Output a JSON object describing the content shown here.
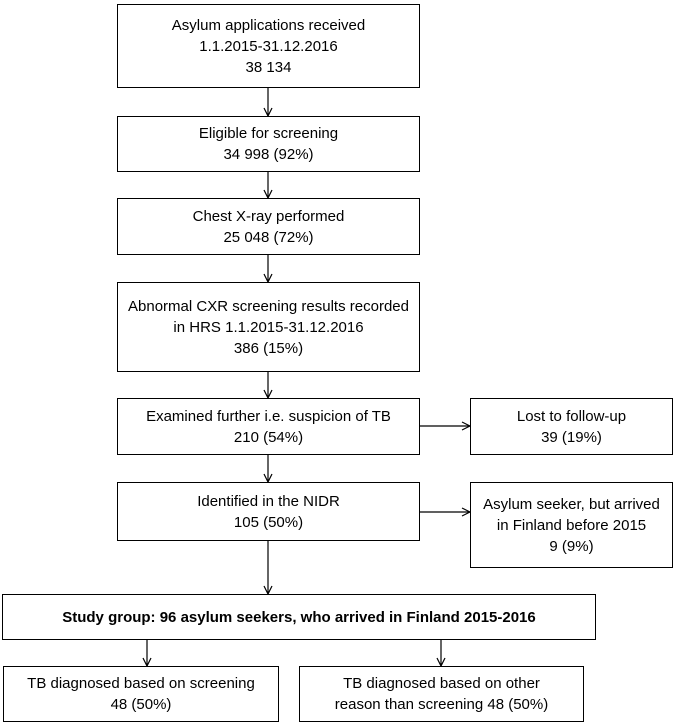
{
  "boxes": {
    "received": {
      "lines": [
        "Asylum applications received",
        "1.1.2015-31.12.2016",
        "38 134"
      ]
    },
    "eligible": {
      "lines": [
        "Eligible for screening",
        "34 998 (92%)"
      ]
    },
    "xray": {
      "lines": [
        "Chest X-ray performed",
        "25 048 (72%)"
      ]
    },
    "abnormal": {
      "lines": [
        "Abnormal CXR screening results recorded",
        "in HRS 1.1.2015-31.12.2016",
        "386 (15%)"
      ]
    },
    "examined": {
      "lines": [
        "Examined further i.e. suspicion of TB",
        "210 (54%)"
      ]
    },
    "lost": {
      "lines": [
        "Lost to follow-up",
        "39 (19%)"
      ]
    },
    "identified": {
      "lines": [
        "Identified in the NIDR",
        "105 (50%)"
      ]
    },
    "before2015": {
      "lines": [
        "Asylum seeker, but arrived",
        "in Finland before 2015",
        "9 (9%)"
      ]
    },
    "study": {
      "lines": [
        "Study group: 96 asylum seekers, who arrived in Finland 2015-2016"
      ]
    },
    "screening": {
      "lines": [
        "TB diagnosed based on screening",
        "48 (50%)"
      ]
    },
    "other": {
      "lines": [
        "TB diagnosed based on other",
        "reason than screening 48 (50%)"
      ]
    }
  }
}
